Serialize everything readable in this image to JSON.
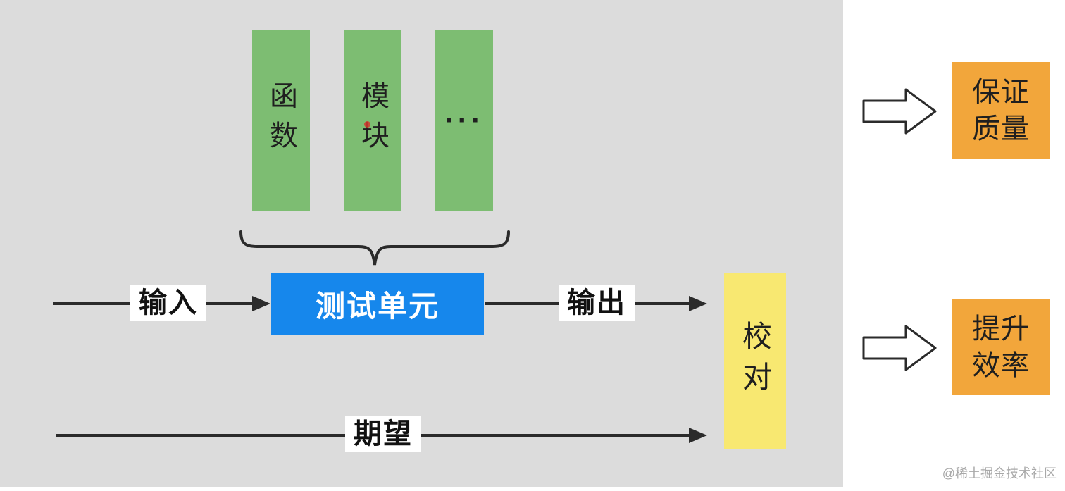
{
  "diagram": {
    "green_units": [
      {
        "label": "函数"
      },
      {
        "label": "模块"
      },
      {
        "label": "···"
      }
    ],
    "test_unit_label": "测试单元",
    "flow": {
      "input_label": "输入",
      "output_label": "输出",
      "expected_label": "期望"
    },
    "check_label": "校对",
    "outcomes": [
      {
        "label": "保证\n质量"
      },
      {
        "label": "提升\n效率"
      }
    ]
  },
  "watermark": "@稀土掘金技术社区",
  "colors": {
    "canvas_background": "#dcdcdc",
    "unit_green": "#7dbd72",
    "test_unit_blue": "#1687ec",
    "check_yellow": "#f8e871",
    "outcome_orange": "#f2a63b",
    "line_dark": "#2b2b2b"
  }
}
